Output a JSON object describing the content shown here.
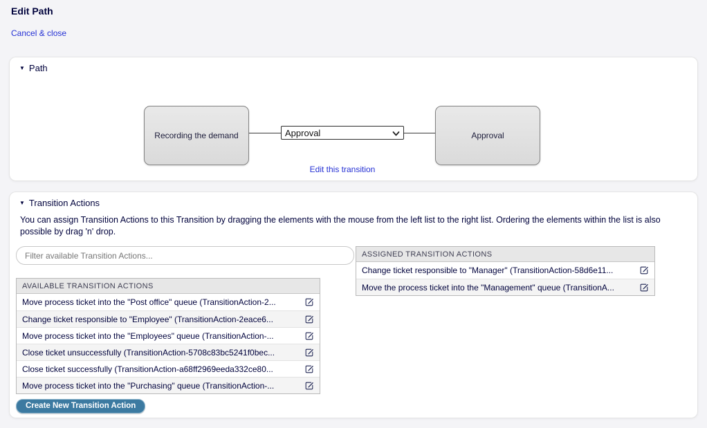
{
  "page": {
    "title": "Edit Path",
    "cancel_link": "Cancel & close"
  },
  "path_widget": {
    "title": "Path",
    "start_node": "Recording the demand",
    "end_node": "Approval",
    "transition_select_value": "Approval",
    "edit_transition_link": "Edit this transition"
  },
  "transition_actions": {
    "title": "Transition Actions",
    "description": "You can assign Transition Actions to this Transition by dragging the elements with the mouse from the left list to the right list. Ordering the elements within the list is also possible by drag 'n' drop.",
    "filter_placeholder": "Filter available Transition Actions...",
    "available": {
      "header": "AVAILABLE TRANSITION ACTIONS",
      "items": [
        "Move process ticket into the \"Post office\" queue (TransitionAction-2...",
        "Change ticket responsible to \"Employee\" (TransitionAction-2eace6...",
        "Move process ticket into the \"Employees\" queue (TransitionAction-...",
        "Close ticket unsuccessfully (TransitionAction-5708c83bc5241f0bec...",
        "Close ticket successfully (TransitionAction-a68ff2969eeda332ce80...",
        "Move process ticket into the \"Purchasing\" queue (TransitionAction-..."
      ]
    },
    "assigned": {
      "header": "ASSIGNED TRANSITION ACTIONS",
      "items": [
        "Change ticket responsible to \"Manager\" (TransitionAction-58d6e11...",
        "Move the process ticket into the \"Management\" queue (TransitionA..."
      ]
    },
    "create_button": "Create New Transition Action"
  },
  "icons": {
    "collapse": "collapse-triangle-icon",
    "edit": "edit-pencil-icon",
    "select_chevron": "chevron-down-icon"
  },
  "colors": {
    "accent_button": "#3c7aa1",
    "link": "#2430d4",
    "text": "#00023c",
    "node_fill": "#e2e2e2",
    "table_header_bg": "#e7e7e7",
    "page_bg": "#f4f4f7"
  }
}
